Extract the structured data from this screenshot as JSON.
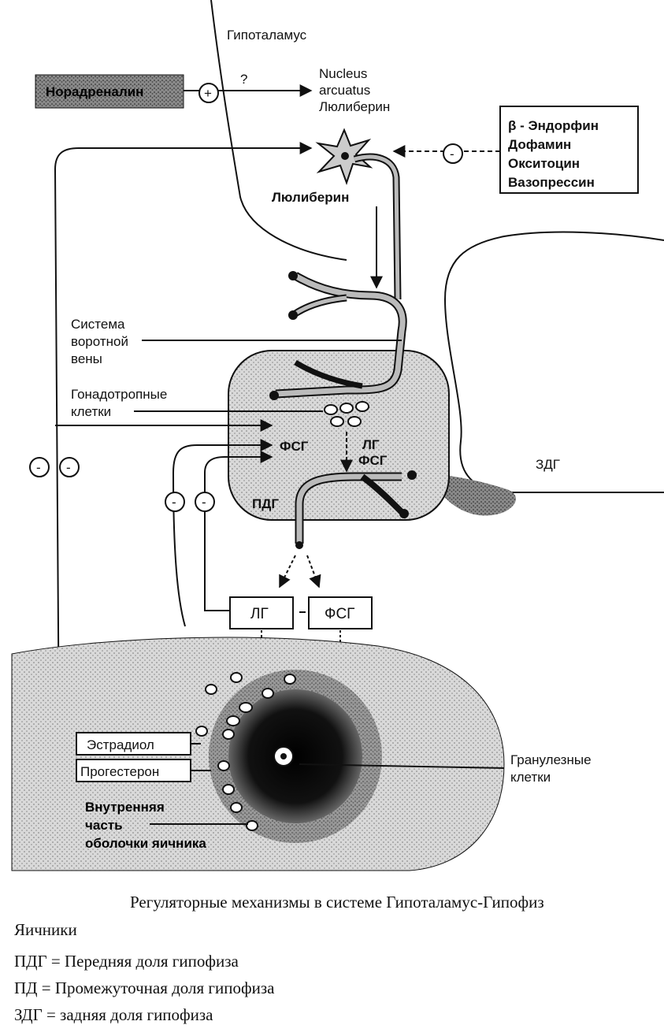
{
  "diagram": {
    "hypothalamus_label": "Гипоталамус",
    "noradrenaline_label": "Норадреналин",
    "question_mark": "?",
    "plus_sign": "+",
    "minus_sign": "-",
    "nucleus_lines": [
      "Nucleus",
      "arcuatus",
      "Люлиберин"
    ],
    "inhibitors": [
      "β - Эндорфин",
      "Дофамин",
      "Окситоцин",
      "Вазопрессин"
    ],
    "luliberin_label": "Люлиберин",
    "portal_system_lines": [
      "Система",
      "воротной",
      "вены"
    ],
    "gonadotropic_lines": [
      "Гонадотропные",
      "клетки"
    ],
    "fsh_inner": "ФСГ",
    "lh_inner": "ЛГ",
    "fsh_inner2": "ФСГ",
    "adenohypophysis_label": "ПДГ",
    "neurohypophysis_label": "ЗДГ",
    "lh_box": "ЛГ",
    "fsh_box": "ФСГ",
    "estradiol": "Эстрадиол",
    "progesterone": "Прогестерон",
    "granulosa_lines": [
      "Гранулезные",
      "клетки"
    ],
    "theca_lines": [
      "Внутренняя",
      "часть",
      "оболочки яичника"
    ]
  },
  "caption": {
    "title": "Регуляторные механизмы в системе Гипоталамус-Гипофиз",
    "line2": "Яичники",
    "legend": [
      "ПДГ = Передняя доля гипофиза",
      "ПД = Промежуточная доля гипофиза",
      "ЗДГ = задняя доля гипофиза"
    ]
  },
  "colors": {
    "ink": "#111111",
    "stipple_light": "#bdbdbd",
    "stipple_dark": "#555555",
    "follicle": "#000000"
  }
}
